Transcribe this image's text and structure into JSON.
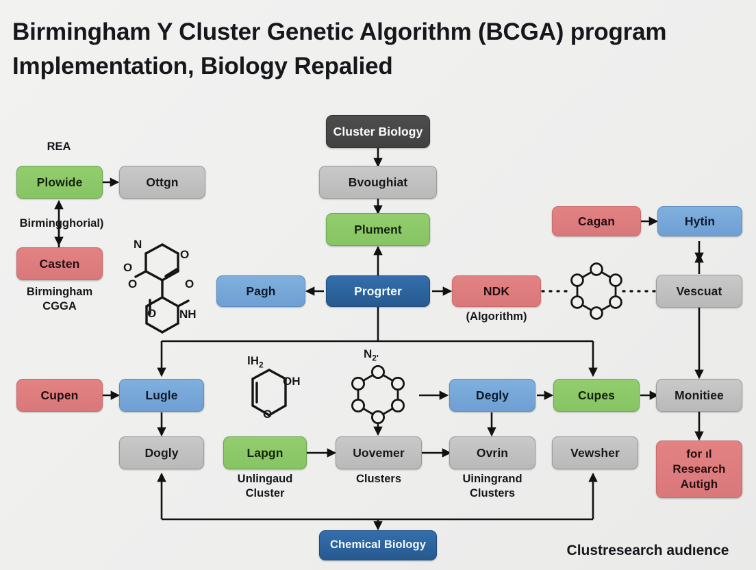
{
  "title": {
    "line1": "Birmingham Y Cluster Genetic Algorithm (BCGA) program",
    "line2": "Implementation, Biology Repalied"
  },
  "nodes": {
    "rea_label": "REA",
    "plowide": "Plowide",
    "ottgn": "Ottgn",
    "birmingghorial": "Birmingghorial)",
    "casten": "Casten",
    "birmingham_cgga": "Birmingham\nCGGA",
    "birmingham_cgga_l1": "Birmingham",
    "birmingham_cgga_l2": "CGGA",
    "cluster_biology": "Cluster Biology",
    "bvoughiat": "Bvoughiat",
    "plument": "Plument",
    "pagh": "Pagh",
    "progrter": "Progrter",
    "ndk": "NDK",
    "ndk_caption": "(Algorithm)",
    "cagan": "Cagan",
    "hytin": "Hytin",
    "vescuat": "Vescuat",
    "cupen": "Cupen",
    "lugle": "Lugle",
    "dogly": "Dogly",
    "lapgn": "Lapgn",
    "lapgn_caption_l1": "Unlingaud",
    "lapgn_caption_l2": "Cluster",
    "uovemer": "Uovemer",
    "uovemer_caption": "Clusters",
    "degly": "Degly",
    "ovrin": "Ovrin",
    "ovrin_caption_l1": "Uiningrand",
    "ovrin_caption_l2": "Clusters",
    "cupes": "Cupes",
    "vewsher": "Vewsher",
    "monitiee": "Monitiee",
    "research_l1": "for ıl",
    "research_l2": "Research",
    "research_l3": "Autigh",
    "chemical_biology": "Chemical Biology",
    "footer_caption": "Clustresearch audıence"
  },
  "molecules": {
    "mol1_atoms": [
      "N",
      "O",
      "O",
      "O",
      "O",
      "O",
      "NH"
    ],
    "mol2_label_l1": "lH",
    "mol2_label_sub": "2",
    "mol2_oh": "OH",
    "mol2_o": "O",
    "mol3_label": "N",
    "mol3_sub": "2'",
    "hexagon_vertices": 6
  },
  "colors": {
    "grey": "#c3c3c3",
    "green": "#8cc968",
    "red": "#de7e80",
    "blue": "#74a5d8",
    "dark_blue": "#2a629e",
    "dark": "#474747",
    "background": "#f0f0ef",
    "stroke": "#111111"
  }
}
